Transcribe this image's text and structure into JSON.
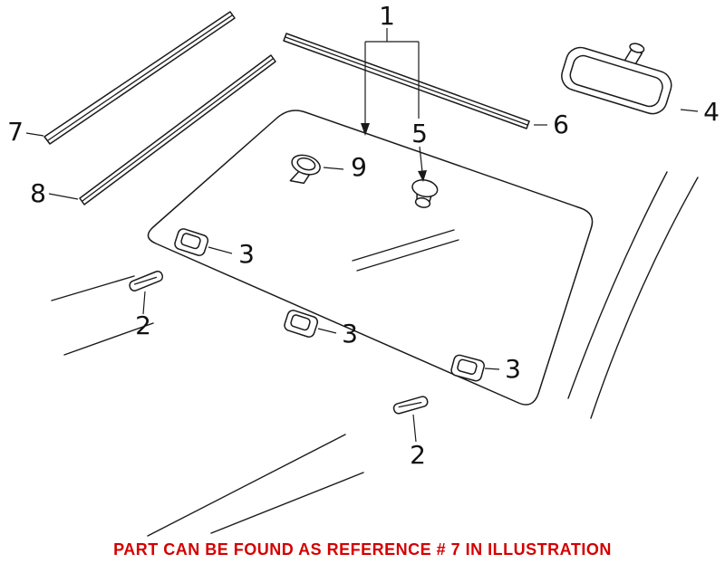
{
  "diagram": {
    "callouts": {
      "n1": "1",
      "n2a": "2",
      "n2b": "2",
      "n3a": "3",
      "n3b": "3",
      "n3c": "3",
      "n4": "4",
      "n5": "5",
      "n6": "6",
      "n7": "7",
      "n8": "8",
      "n9": "9"
    }
  },
  "footer": {
    "text": "PART CAN BE FOUND AS REFERENCE # 7 IN ILLUSTRATION",
    "color": "#d40000"
  },
  "colors": {
    "line": "#1a1a1a",
    "background": "#ffffff"
  }
}
